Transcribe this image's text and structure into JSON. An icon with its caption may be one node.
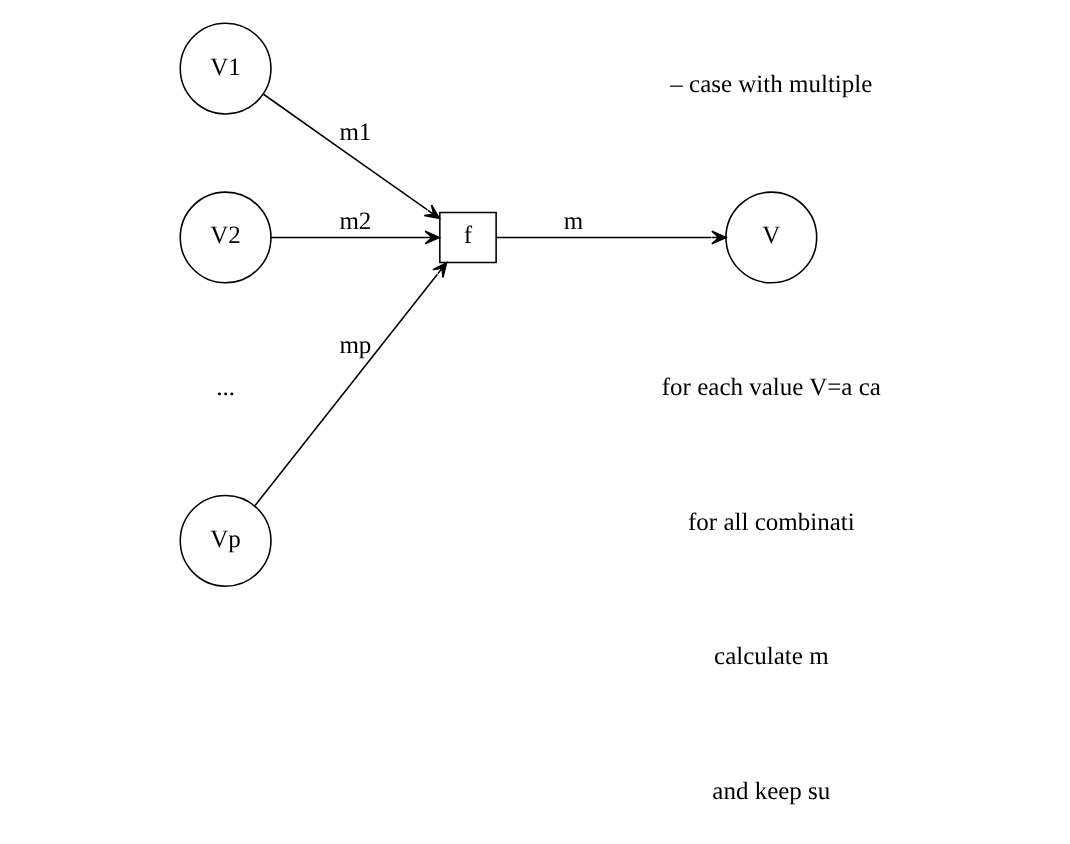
{
  "diagram": {
    "nodes": [
      {
        "text": [
          "V1"
        ]
      },
      {
        "text": [
          "V2"
        ]
      },
      {
        "text": [
          "Vp"
        ]
      },
      {
        "text": [
          "f"
        ]
      },
      {
        "text": [
          "V"
        ]
      }
    ],
    "edges": [
      {
        "from": 0,
        "to": 3,
        "arrow": "to",
        "label": "m1"
      },
      {
        "from": 1,
        "to": 3,
        "arrow": "to",
        "label": "m2"
      },
      {
        "from": 2,
        "to": 3,
        "arrow": "to",
        "label": "mp"
      },
      {
        "from": 3,
        "to": 4,
        "arrow": "to",
        "label": "m"
      }
    ],
    "labels": [
      "– case with multiple",
      "...",
      "for each value V=a ca",
      "for all combinati",
      "calculate m",
      "and keep su"
    ]
  }
}
